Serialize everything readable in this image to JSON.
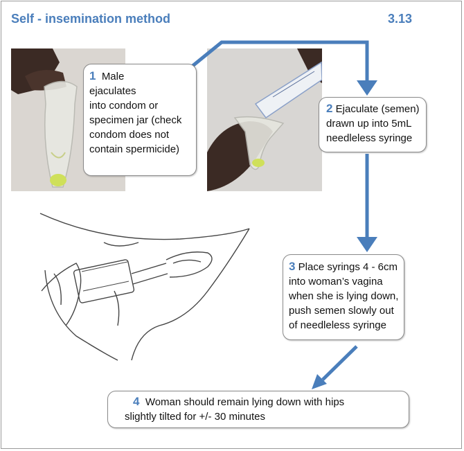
{
  "header": {
    "title": "Self - insemination method",
    "code": "3.13"
  },
  "steps": [
    {
      "number": "1",
      "lines": [
        "Male",
        "ejaculates",
        "into condom or",
        "specimen jar (check",
        "condom does not",
        "contain spermicide)"
      ]
    },
    {
      "number": "2",
      "lines": [
        "Ejaculate (semen)",
        "drawn up into 5mL",
        "needleless syringe"
      ]
    },
    {
      "number": "3",
      "lines": [
        "Place syrings 4 - 6cm",
        "into woman’s vagina",
        "when she is lying down,",
        "push semen slowly out",
        "of needleless syringe"
      ]
    },
    {
      "number": "4",
      "lines": [
        "Woman should remain lying down with hips",
        "slightly tilted for +/- 30 minutes"
      ]
    }
  ],
  "colors": {
    "accent": "#4a7ebb",
    "arrow": "#4a7ebb",
    "semen": "#cfe05a",
    "skin": "#3b2a24"
  }
}
